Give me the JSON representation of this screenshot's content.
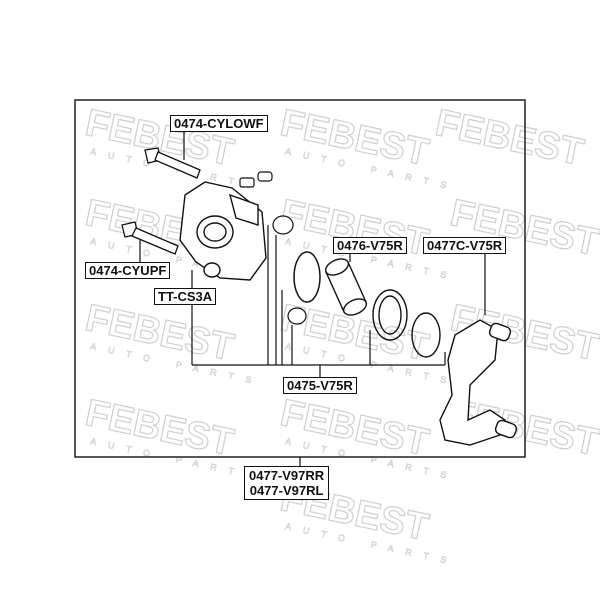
{
  "watermark": {
    "brand": "FEBEST",
    "tagline": "AUTO PARTS"
  },
  "labels": {
    "cylowf": "0474-CYLOWF",
    "cyupf": "0474-CYUPF",
    "tt": "TT-CS3A",
    "v75r": "0476-V75R",
    "c_v75r": "0477C-V75R",
    "kit": "0475-V75R",
    "assy_rr": "0477-V97RR",
    "assy_rl": "0477-V97RL"
  },
  "colors": {
    "line": "#111111",
    "watermark": "#cccccc"
  }
}
